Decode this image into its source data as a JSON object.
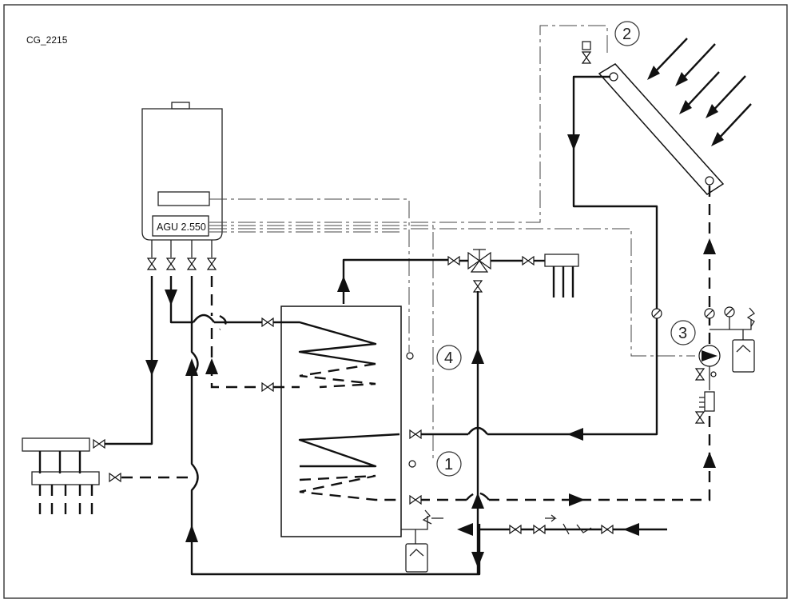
{
  "figure": {
    "code": "CG_2215",
    "controller_label": "AGU 2.550",
    "callouts": [
      "1",
      "2",
      "3",
      "4"
    ]
  },
  "icons": {
    "sun_rays": "sun-rays-icon",
    "collector": "solar-collector-icon",
    "pump": "circulation-pump-icon",
    "valve": "valve-icon",
    "three_way_valve": "three-way-valve-icon",
    "sensor": "temperature-sensor-icon",
    "gauge": "gauge-icon",
    "expansion_vessel": "expansion-vessel-icon",
    "safety_valve": "safety-valve-icon",
    "flow_meter": "flow-meter-icon",
    "check_valve": "check-valve-icon"
  },
  "colors": {
    "line": "#111111",
    "frame": "#333333",
    "background": "#ffffff"
  }
}
